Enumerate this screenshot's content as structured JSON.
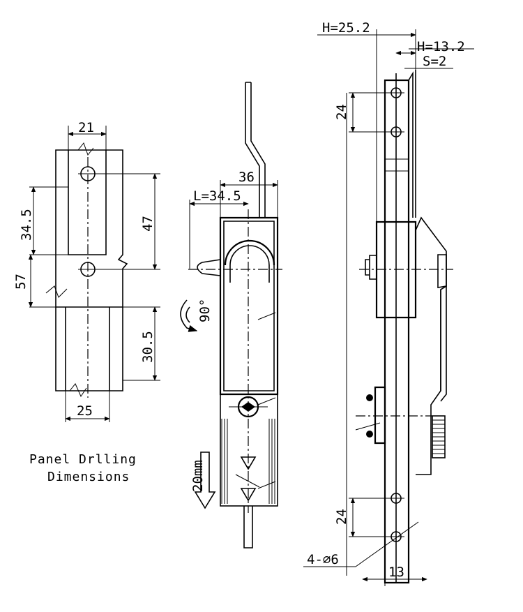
{
  "drilling": {
    "dim_top_width": "21",
    "dim_left_345": "34.5",
    "dim_right_47": "47",
    "dim_left_57": "57",
    "dim_right_305": "30.5",
    "dim_bottom_width": "25",
    "caption_line1": "Panel Drlling",
    "caption_line2": "Dimensions"
  },
  "front": {
    "dim_36": "36",
    "dim_l": "L=34.5",
    "rotation": "90°",
    "travel": "20mm"
  },
  "side": {
    "dim_h252": "H=25.2",
    "dim_h132": "H=13.2",
    "dim_s2": "S=2",
    "dim_top24": "24",
    "dim_bottom24": "24",
    "dim_holes": "4-∅6",
    "dim_13": "13"
  }
}
